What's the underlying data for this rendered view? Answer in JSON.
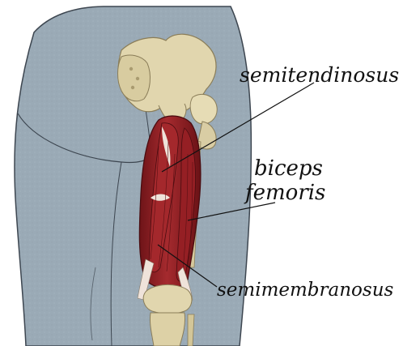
{
  "labels": {
    "semitendinosus": "semitendinosus",
    "biceps": "biceps",
    "femoris": "femoris",
    "semimembranosus": "semimembranosus"
  },
  "colors": {
    "skin": "#9aaab6",
    "skin_outline": "#3d4650",
    "bone": "#e1d6ae",
    "bone_shadow": "#b9ac84",
    "muscle": "#8c1e22",
    "muscle_dark": "#5a0f13",
    "tendon": "#efe3da",
    "leader_line": "#111111"
  }
}
